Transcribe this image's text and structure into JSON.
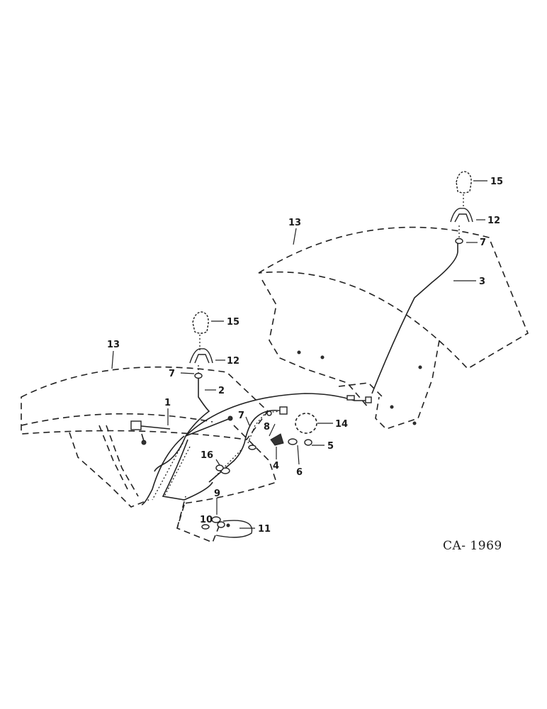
{
  "figure_id": "CA- 1969",
  "callouts": {
    "c1": "1",
    "c2": "2",
    "c3": "3",
    "c4": "4",
    "c5": "5",
    "c6": "6",
    "c7a": "7",
    "c7b": "7",
    "c7c": "7",
    "c8": "8",
    "c9": "9",
    "c10": "10",
    "c11": "11",
    "c12a": "12",
    "c12b": "12",
    "c13a": "13",
    "c13b": "13",
    "c14": "14",
    "c15a": "15",
    "c15b": "15",
    "c16": "16"
  }
}
